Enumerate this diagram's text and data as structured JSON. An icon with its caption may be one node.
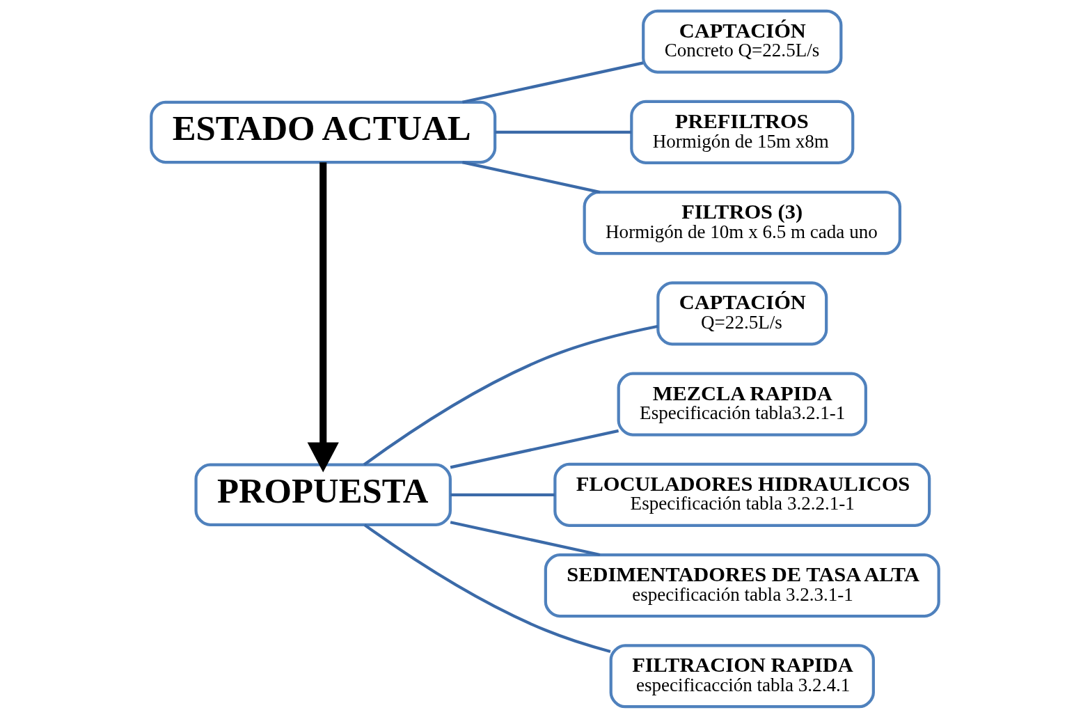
{
  "diagram": {
    "nodes": [
      {
        "text": [
          "ESTADO ACTUAL"
        ]
      },
      {
        "text": [
          "CAPTACIÓN",
          "Concreto Q=22.5L/s"
        ]
      },
      {
        "text": [
          "PREFILTROS",
          "Hormigón de 15m x8m"
        ]
      },
      {
        "text": [
          "FILTROS (3)",
          "Hormigón de 10m x 6.5 m cada uno"
        ]
      },
      {
        "text": [
          "PROPUESTA"
        ]
      },
      {
        "text": [
          "CAPTACIÓN",
          "Q=22.5L/s"
        ]
      },
      {
        "text": [
          "MEZCLA RAPIDA",
          "Especificación tabla3.2.1-1"
        ]
      },
      {
        "text": [
          "FLOCULADORES HIDRAULICOS",
          "Especificación tabla 3.2.2.1-1"
        ]
      },
      {
        "text": [
          "SEDIMENTADORES DE TASA ALTA",
          "especificación tabla 3.2.3.1-1"
        ]
      },
      {
        "text": [
          "FILTRACION RAPIDA",
          "especificacción tabla 3.2.4.1"
        ]
      }
    ],
    "edges": [
      {
        "from": 0,
        "to": 1,
        "arrow": "none"
      },
      {
        "from": 0,
        "to": 2,
        "arrow": "none"
      },
      {
        "from": 0,
        "to": 3,
        "arrow": "none"
      },
      {
        "from": 0,
        "to": 4,
        "arrow": "to",
        "style": "thick",
        "color": "#000000"
      },
      {
        "from": 4,
        "to": 5,
        "arrow": "none"
      },
      {
        "from": 4,
        "to": 6,
        "arrow": "none"
      },
      {
        "from": 4,
        "to": 7,
        "arrow": "none"
      },
      {
        "from": 4,
        "to": 8,
        "arrow": "none"
      },
      {
        "from": 4,
        "to": 9,
        "arrow": "none"
      }
    ]
  }
}
